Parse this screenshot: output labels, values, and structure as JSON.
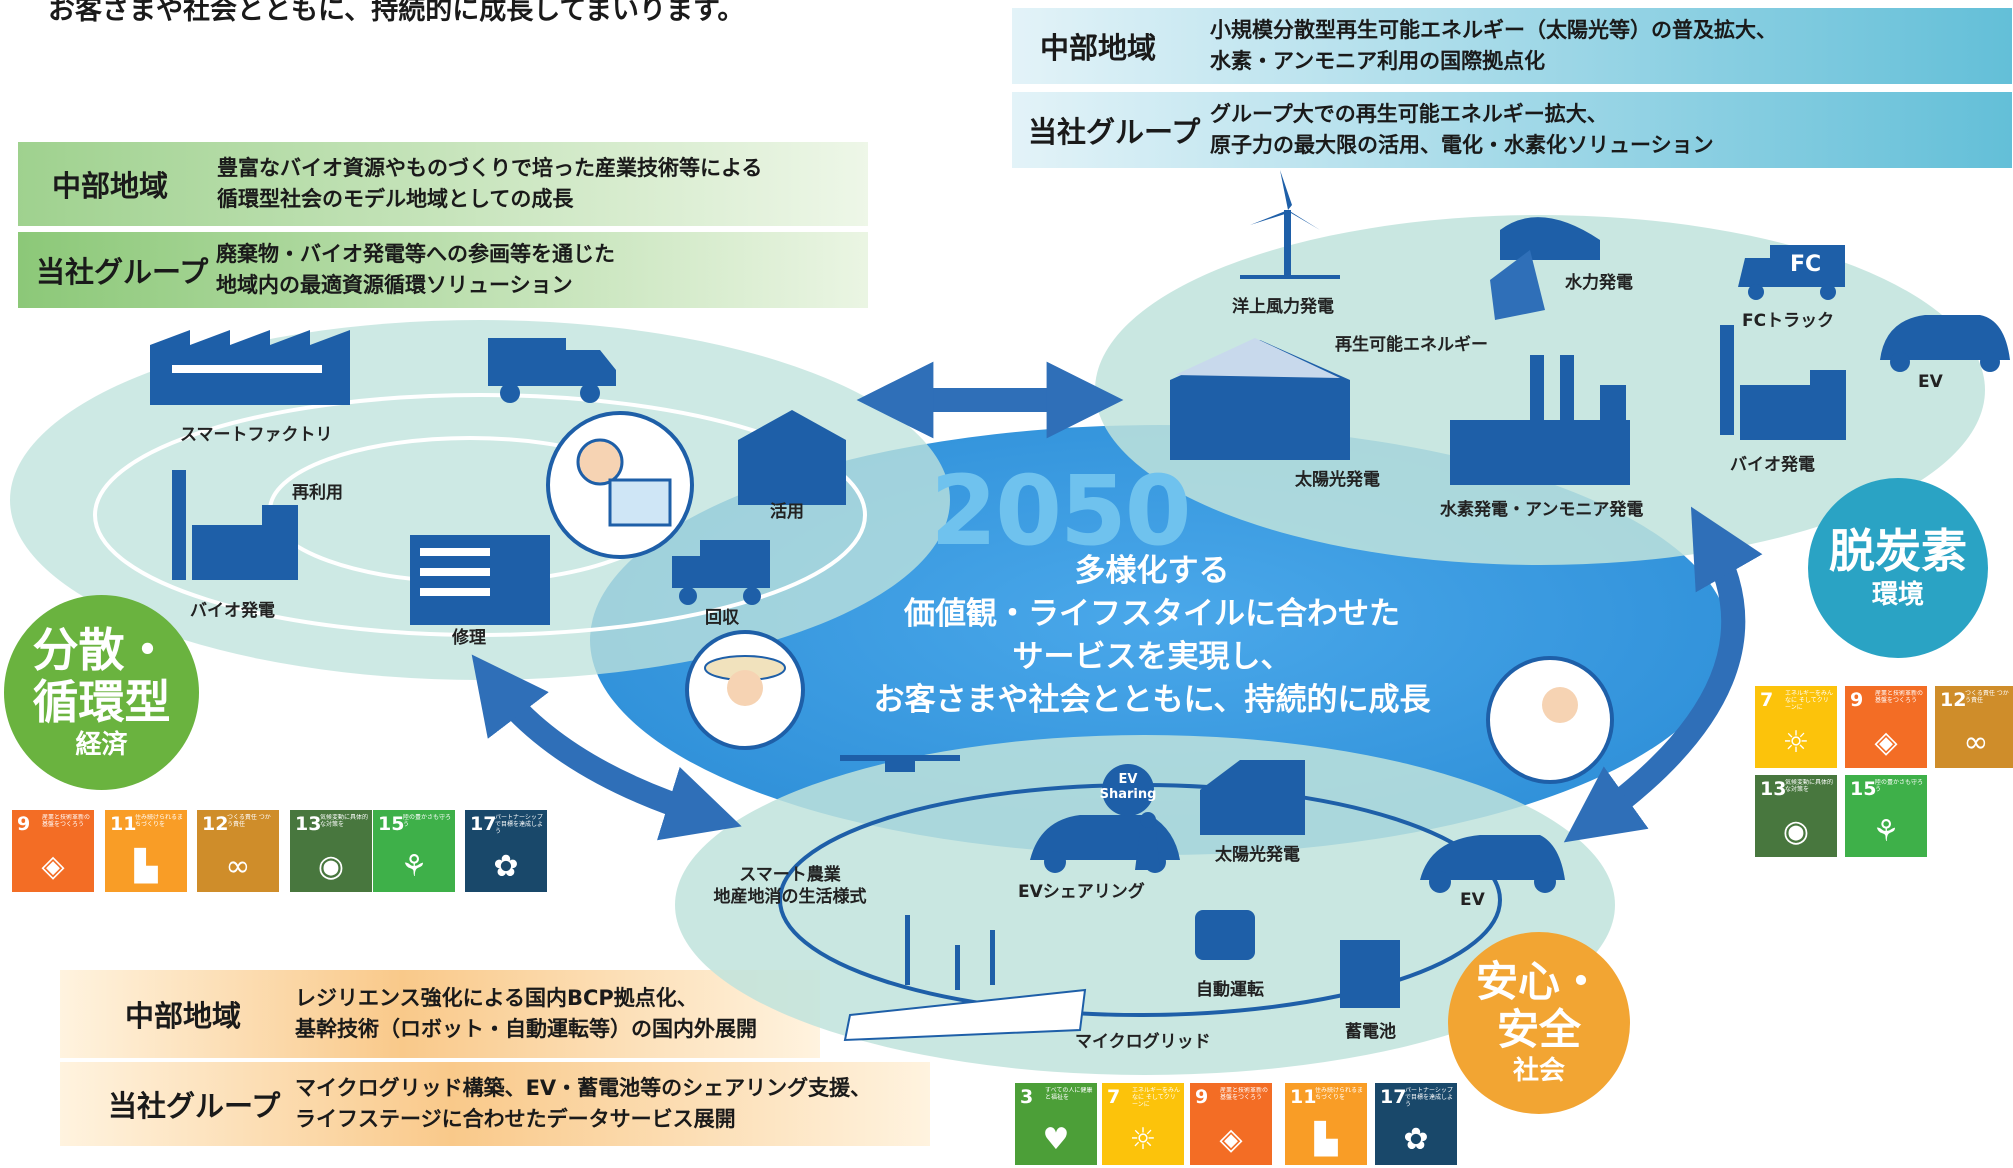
{
  "top_caption": "お客さまや社会とともに、持続的に成長してまいります。",
  "colors": {
    "green": "#6ab33f",
    "teal": "#2aa3c4",
    "orange": "#f2a533",
    "center_blue": "#2e8fd8",
    "arrow_blue": "#2f6fb8"
  },
  "bands": {
    "top_right": [
      {
        "key": "中部地域",
        "lines": [
          "小規模分散型再生可能エネルギー（太陽光等）の普及拡大、",
          "水素・アンモニア利用の国際拠点化"
        ]
      },
      {
        "key": "当社グループ",
        "lines": [
          "グループ大での再生可能エネルギー拡大、",
          "原子力の最大限の活用、電化・水素化ソリューション"
        ]
      }
    ],
    "top_left": [
      {
        "key": "中部地域",
        "lines": [
          "豊富なバイオ資源やものづくりで培った産業技術等による",
          "循環型社会のモデル地域としての成長"
        ]
      },
      {
        "key": "当社グループ",
        "lines": [
          "廃棄物・バイオ発電等への参画等を通じた",
          "地域内の最適資源循環ソリューション"
        ]
      }
    ],
    "bottom_left": [
      {
        "key": "中部地域",
        "lines": [
          "レジリエンス強化による国内BCP拠点化、",
          "基幹技術（ロボット・自動運転等）の国内外展開"
        ]
      },
      {
        "key": "当社グループ",
        "lines": [
          "マイクログリッド構築、EV・蓄電池等のシェアリング支援、",
          "ライフステージに合わせたデータサービス展開"
        ]
      }
    ]
  },
  "center": {
    "year": "2050",
    "lines": [
      "多様化する",
      "価値観・ライフスタイルに合わせた",
      "サービスを実現し、",
      "お客さまや社会とともに、持続的に成長"
    ]
  },
  "circles": {
    "left": {
      "lines": [
        "分散・",
        "循環型"
      ],
      "sub": "経済"
    },
    "right": {
      "lines": [
        "脱炭素"
      ],
      "sub": "環境"
    },
    "bottom": {
      "lines": [
        "安心・",
        "安全"
      ],
      "sub": "社会"
    }
  },
  "labels": {
    "smart_factory": "スマートファクトリ",
    "reuse": "再利用",
    "utilize": "活用",
    "bio_left": "バイオ発電",
    "repair": "修理",
    "collect": "回収",
    "offshore_wind": "洋上風力発電",
    "hydro": "水力発電",
    "fc_truck": "FCトラック",
    "fc_badge": "FC",
    "renewable": "再生可能エネルギー",
    "solar_right": "太陽光発電",
    "h2_nh3": "水素発電・アンモニア発電",
    "bio_right": "バイオ発電",
    "ev_right": "EV",
    "smart_agri_1": "スマート農業",
    "smart_agri_2": "地産地消の生活様式",
    "ev_sharing_badge_1": "EV",
    "ev_sharing_badge_2": "Sharing",
    "ev_sharing": "EVシェアリング",
    "solar_bottom": "太陽光発電",
    "ev_bottom": "EV",
    "autonomous": "自動運転",
    "battery": "蓄電池",
    "microgrid": "マイクログリッド"
  },
  "sdgs": {
    "left": [
      {
        "num": "9",
        "text": "産業と技術革新の基盤をつくろう",
        "color": "#f36d25",
        "icon": "cube-icon",
        "glyph": "◈"
      },
      {
        "num": "11",
        "text": "住み続けられるまちづくりを",
        "color": "#f99d26",
        "icon": "city-icon",
        "glyph": "▙"
      },
      {
        "num": "12",
        "text": "つくる責任 つかう責任",
        "color": "#cf8d2a",
        "icon": "infinity-icon",
        "glyph": "∞"
      },
      {
        "num": "13",
        "text": "気候変動に具体的な対策を",
        "color": "#48773e",
        "icon": "eye-icon",
        "glyph": "◉"
      },
      {
        "num": "15",
        "text": "陸の豊かさも守ろう",
        "color": "#3eb049",
        "icon": "tree-icon",
        "glyph": "⚘"
      },
      {
        "num": "17",
        "text": "パートナーシップで目標を達成しよう",
        "color": "#19486a",
        "icon": "flower-icon",
        "glyph": "✿"
      }
    ],
    "right": [
      {
        "num": "7",
        "text": "エネルギーをみんなに そしてクリーンに",
        "color": "#fcc30b",
        "icon": "sun-icon",
        "glyph": "☼"
      },
      {
        "num": "9",
        "text": "産業と技術革新の基盤をつくろう",
        "color": "#f36d25",
        "icon": "cube-icon",
        "glyph": "◈"
      },
      {
        "num": "12",
        "text": "つくる責任 つかう責任",
        "color": "#cf8d2a",
        "icon": "infinity-icon",
        "glyph": "∞"
      },
      {
        "num": "13",
        "text": "気候変動に具体的な対策を",
        "color": "#48773e",
        "icon": "eye-icon",
        "glyph": "◉"
      },
      {
        "num": "15",
        "text": "陸の豊かさも守ろう",
        "color": "#3eb049",
        "icon": "tree-icon",
        "glyph": "⚘"
      }
    ],
    "bottom": [
      {
        "num": "3",
        "text": "すべての人に健康と福祉を",
        "color": "#4c9f38",
        "icon": "heartbeat-icon",
        "glyph": "♥"
      },
      {
        "num": "7",
        "text": "エネルギーをみんなに そしてクリーンに",
        "color": "#fcc30b",
        "icon": "sun-icon",
        "glyph": "☼"
      },
      {
        "num": "9",
        "text": "産業と技術革新の基盤をつくろう",
        "color": "#f36d25",
        "icon": "cube-icon",
        "glyph": "◈"
      },
      {
        "num": "11",
        "text": "住み続けられるまちづくりを",
        "color": "#f99d26",
        "icon": "city-icon",
        "glyph": "▙"
      },
      {
        "num": "17",
        "text": "パートナーシップで目標を達成しよう",
        "color": "#19486a",
        "icon": "flower-icon",
        "glyph": "✿"
      }
    ]
  }
}
